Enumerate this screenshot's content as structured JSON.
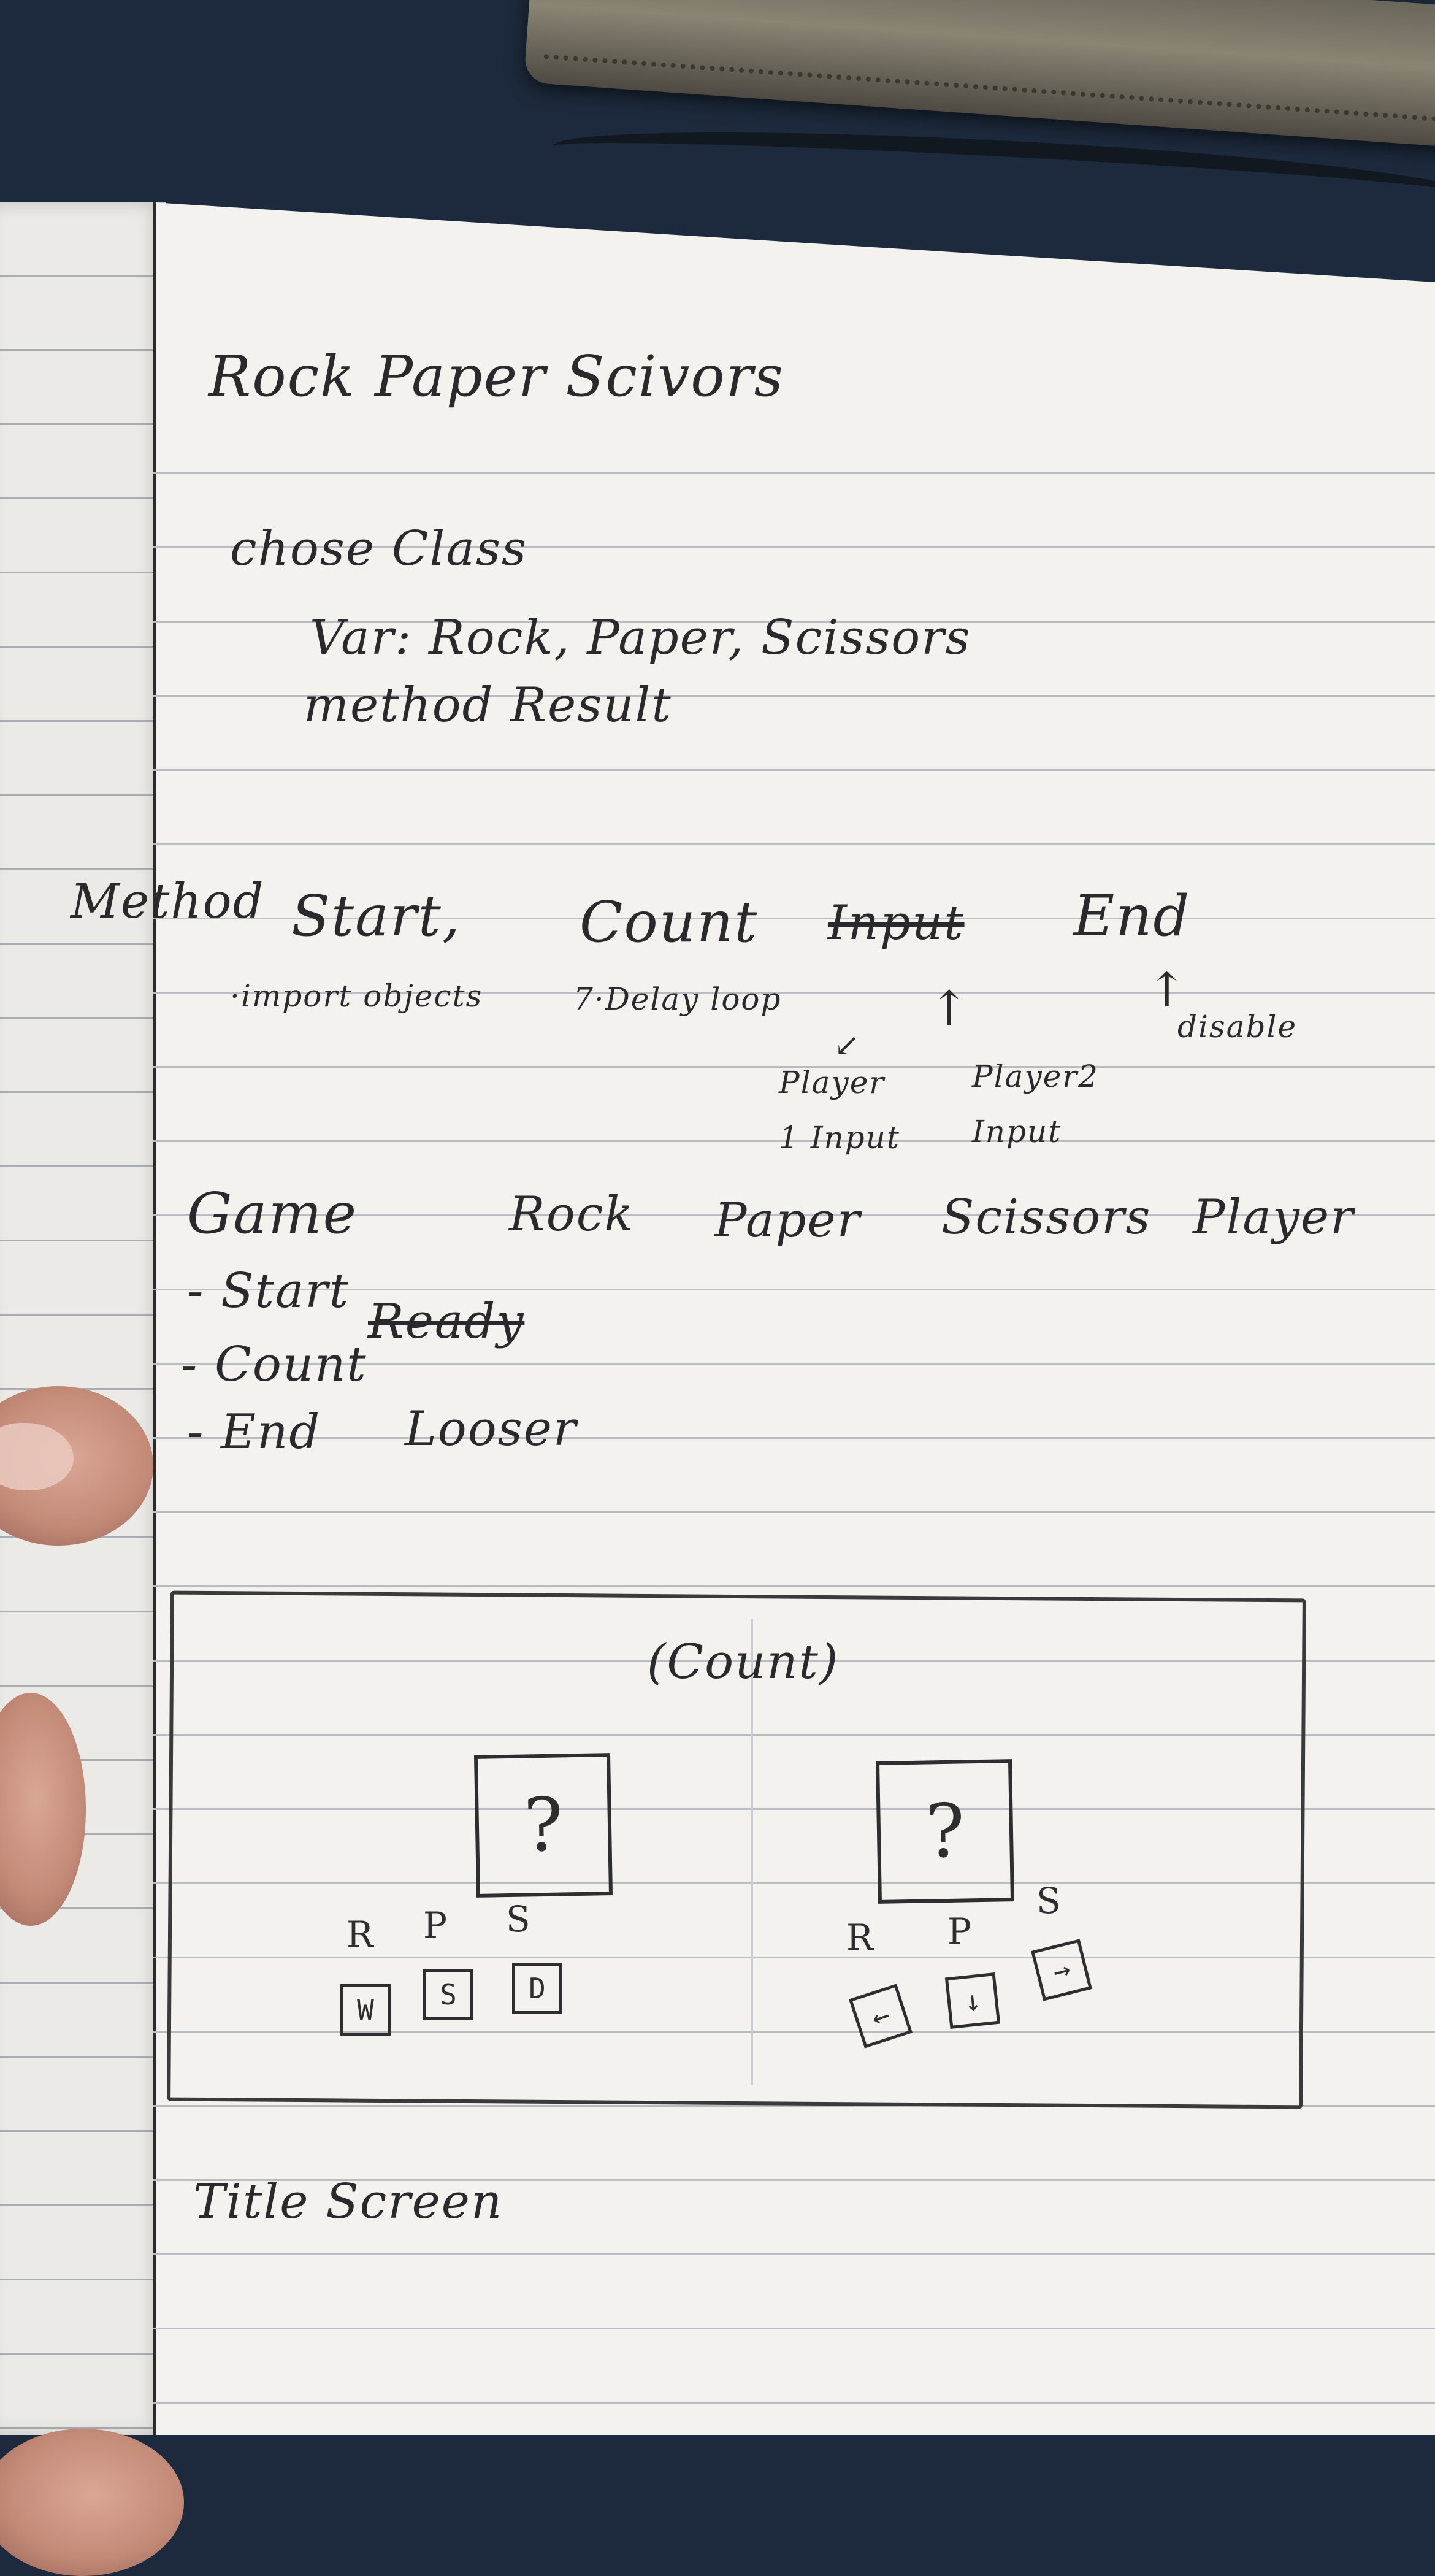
{
  "title": "Rock Paper Scivors",
  "class_section": {
    "heading": "chose Class",
    "var_line": "Var: Rock, Paper, Scissors",
    "method_line": "method Result"
  },
  "methods_section": {
    "label": "Method",
    "start": "Start,",
    "count": "Count",
    "input_struck": "Input",
    "end": "End",
    "import_note": "·import objects",
    "delay_note": "7·Delay loop",
    "player1_note": "Player 1 Input",
    "player2_note": "Player2 Input",
    "disable_note": "disable"
  },
  "classes_row": {
    "game": "Game",
    "rock": "Rock",
    "paper": "Paper",
    "scissors": "Scissors",
    "player": "Player"
  },
  "game_methods": {
    "start": "- Start",
    "count": "- Count",
    "ready_struck": "Ready",
    "end": "- End",
    "looser": "Looser"
  },
  "sketch": {
    "heading": "(Count)",
    "question_mark": "?",
    "player1_labels": [
      "R",
      "P",
      "S"
    ],
    "player1_keys": [
      "W",
      "S",
      "D"
    ],
    "player2_labels": [
      "R",
      "P",
      "S"
    ],
    "player2_keys": [
      "←",
      "↓",
      "→"
    ]
  },
  "footer_note": "Title Screen"
}
